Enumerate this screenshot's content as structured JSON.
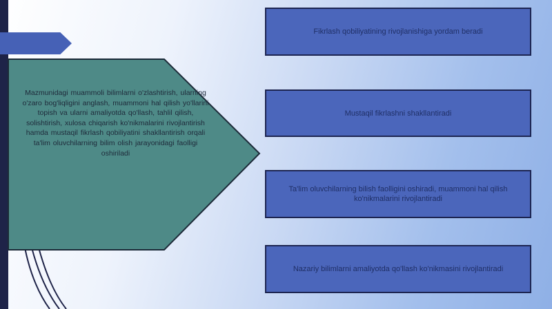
{
  "arrow": {
    "text": "Mazmunidagi muammoli bilimlarni o'zlashtirish, ularning o'zaro bog'liqligini anglash, muammoni hal qilish yo'llarini topish va ularni amaliyotda qo'llash, tahlil qilish, solishtirish, xulosa chiqarish ko'nikmalarini rivojlantirish hamda mustaqil fikrlash qobiliyatini shakllantirish orqali ta'lim oluvchilarning bilim olish jarayonidagi faolligi oshiriladi"
  },
  "boxes": [
    {
      "text": "Fikrlash qobiliyatining rivojlanishiga yordam beradi"
    },
    {
      "text": "Mustaqil fikrlashni shakllantiradi"
    },
    {
      "text": "Ta'lim oluvchilarning bilish faolligini oshiradi, muammoni hal qilish ko'nikmalarini rivojlantiradi"
    },
    {
      "text": "Nazariy bilimlarni amaliyotda qo'llash ko'nikmasini rivojlantiradi"
    }
  ],
  "colors": {
    "arrow_fill": "#4e8a87",
    "box_fill": "#4b66bb",
    "box_border": "#1c2450",
    "left_bar": "#1e2348",
    "tab": "#4661b6"
  }
}
